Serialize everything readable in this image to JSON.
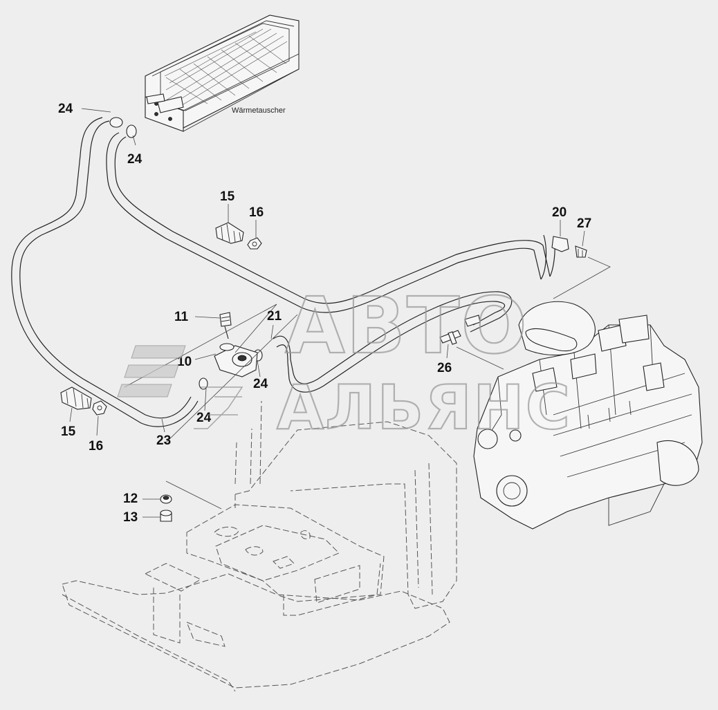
{
  "labels": {
    "heat_exchanger": "Wärmetauscher",
    "p24a": "24",
    "p24b": "24",
    "p24c": "24",
    "p24d": "24",
    "p15a": "15",
    "p16a": "16",
    "p15b": "15",
    "p16b": "16",
    "p11": "11",
    "p10": "10",
    "p21": "21",
    "p23": "23",
    "p26": "26",
    "p20": "20",
    "p27": "27",
    "p12": "12",
    "p13": "13"
  },
  "watermark": {
    "line1": "АВТО",
    "line2": "АЛЬЯНС"
  },
  "colors": {
    "background": "#eeeeee",
    "ink": "#222222",
    "watermark": "#9a9a9a"
  }
}
